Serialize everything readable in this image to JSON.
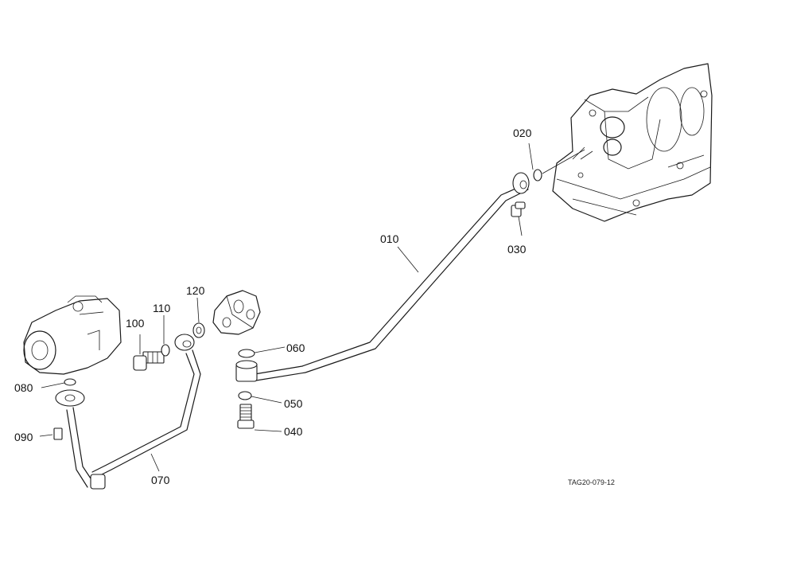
{
  "diagram": {
    "reference_code": "TAG20-079-12",
    "callouts": [
      {
        "id": "010",
        "part": "main-pipe"
      },
      {
        "id": "020",
        "part": "o-ring"
      },
      {
        "id": "030",
        "part": "plug-bolt"
      },
      {
        "id": "040",
        "part": "banjo-bolt"
      },
      {
        "id": "050",
        "part": "washer-lower"
      },
      {
        "id": "060",
        "part": "washer-upper"
      },
      {
        "id": "070",
        "part": "suction-pipe"
      },
      {
        "id": "080",
        "part": "o-ring-pump"
      },
      {
        "id": "090",
        "part": "flange-bolt"
      },
      {
        "id": "100",
        "part": "eye-bolt"
      },
      {
        "id": "110",
        "part": "gasket-small"
      },
      {
        "id": "120",
        "part": "gasket-large"
      }
    ]
  }
}
